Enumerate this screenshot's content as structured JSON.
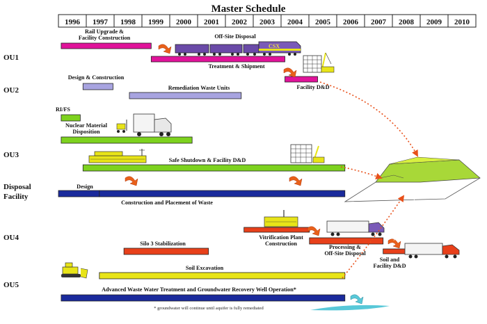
{
  "title": "Master Schedule",
  "years": [
    "1996",
    "1997",
    "1998",
    "1999",
    "2000",
    "2001",
    "2002",
    "2003",
    "2004",
    "2005",
    "2006",
    "2007",
    "2008",
    "2009",
    "2010"
  ],
  "year_span": [
    1995.6,
    2010.9
  ],
  "colors": {
    "magenta": "#e0139a",
    "lavender": "#a8a4e0",
    "green": "#7dd21e",
    "navy": "#1a2a9c",
    "red": "#e8401a",
    "yellow": "#e8e418",
    "dark": "#222222",
    "arrow": "#e8601a",
    "arrow_dark": "#b03a10",
    "dotted": "#e8501a",
    "cell_fill": "#ffffff",
    "train": "#6a4aa8",
    "truck_cab": "#7a5ab8",
    "water": "#58c8d8"
  },
  "ou_labels": [
    {
      "id": "ou1",
      "text": "OU1"
    },
    {
      "id": "ou2",
      "text": "OU2"
    },
    {
      "id": "ou3",
      "text": "OU3"
    },
    {
      "id": "disposal1",
      "text": "Disposal"
    },
    {
      "id": "disposal2",
      "text": "Facility"
    },
    {
      "id": "ou4",
      "text": "OU4"
    },
    {
      "id": "ou5",
      "text": "OU5"
    }
  ],
  "chart_data": {
    "type": "gantt",
    "title": "Master Schedule",
    "bars": [
      {
        "id": "rail-upgrade",
        "unit": "OU1",
        "start": 1995.7,
        "end": 1999.0,
        "color": "magenta",
        "label": [
          "Rail Upgrade &",
          "Facility Construction"
        ]
      },
      {
        "id": "treatment-shipment",
        "unit": "OU1",
        "start": 1999.0,
        "end": 2003.9,
        "color": "magenta",
        "label": [
          "Treatment & Shipment"
        ]
      },
      {
        "id": "facility-dd-ou1",
        "unit": "OU1",
        "start": 2003.9,
        "end": 2005.1,
        "color": "magenta",
        "label": [
          "Facility D&D"
        ]
      },
      {
        "id": "ou2-design",
        "unit": "OU2",
        "start": 1996.5,
        "end": 1997.6,
        "color": "lavender",
        "label": [
          "Design & Construction"
        ]
      },
      {
        "id": "remediation-waste-units",
        "unit": "OU2",
        "start": 1998.2,
        "end": 2002.3,
        "color": "lavender",
        "label": [
          "Remediation Waste Units"
        ]
      },
      {
        "id": "rifs",
        "unit": "OU3",
        "start": 1995.7,
        "end": 1996.4,
        "color": "green",
        "label": [
          "RI/FS"
        ]
      },
      {
        "id": "nuclear-material",
        "unit": "OU3",
        "start": 1995.7,
        "end": 2000.5,
        "color": "green",
        "label": [
          "Nuclear Material",
          "Disposition"
        ]
      },
      {
        "id": "safe-shutdown",
        "unit": "OU3",
        "start": 1996.5,
        "end": 2006.1,
        "color": "green",
        "label": [
          "Safe Shutdown & Facility D&D"
        ]
      },
      {
        "id": "disposal-design",
        "unit": "Disposal Facility",
        "start": 1995.6,
        "end": 1997.1,
        "color": "navy",
        "label": [
          "Design"
        ]
      },
      {
        "id": "construction-placement",
        "unit": "Disposal Facility",
        "start": 1997.1,
        "end": 2006.1,
        "color": "navy",
        "label": [
          "Construction and Placement of Waste"
        ]
      },
      {
        "id": "vitrification",
        "unit": "OU4",
        "start": 2002.4,
        "end": 2004.8,
        "color": "red",
        "label": [
          "Vitrification Plant",
          "Construction"
        ]
      },
      {
        "id": "processing",
        "unit": "OU4",
        "start": 2004.8,
        "end": 2007.5,
        "color": "red",
        "label": [
          "Processing &",
          "Off-Site Disposal"
        ]
      },
      {
        "id": "soil-facility-dd",
        "unit": "OU4",
        "start": 2007.5,
        "end": 2009.3,
        "color": "red",
        "label": [
          "Soil and",
          "Facility D&D"
        ]
      },
      {
        "id": "silo3",
        "unit": "OU4",
        "start": 1998.0,
        "end": 2001.1,
        "color": "red",
        "label": [
          "Silo 3 Stabilization"
        ]
      },
      {
        "id": "soil-excavation",
        "unit": "OU5",
        "start": 1997.1,
        "end": 2006.1,
        "color": "yellow",
        "label": [
          "Soil Excavation"
        ]
      },
      {
        "id": "wastewater",
        "unit": "OU5",
        "start": 1995.7,
        "end": 2006.1,
        "color": "navy",
        "label": [
          "Advanced Waste Water Treatment and Groundwater Recovery Well Operation*"
        ]
      }
    ],
    "footnote": "* groundwater will continue until aquifer is fully remediated",
    "extra_labels": [
      {
        "id": "offsite-disposal",
        "text": "Off-Site Disposal"
      },
      {
        "id": "csx",
        "text": "CSX"
      }
    ]
  }
}
